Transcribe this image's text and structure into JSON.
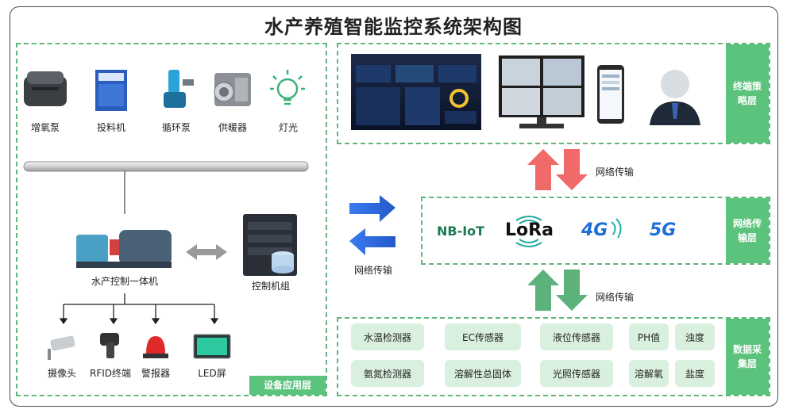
{
  "title": "水产养殖智能监控系统架构图",
  "layers": {
    "terminal": "终端策略层",
    "network": "网络传输层",
    "data": "数据采集层",
    "device": "设备应用层"
  },
  "devices": [
    "增氧泵",
    "投料机",
    "循环泵",
    "供暖器",
    "灯光"
  ],
  "controller": "水产控制一体机",
  "server": "控制机组",
  "outputs": [
    "摄像头",
    "RFID终端",
    "警报器",
    "LED屏"
  ],
  "transfer": {
    "top": "网络传输",
    "left": "网络传输",
    "bottom": "网络传输"
  },
  "network_tech": [
    "NB-IoT",
    "LoRa",
    "4G",
    "5G"
  ],
  "sensors": [
    "水温检测器",
    "EC传感器",
    "液位传感器",
    "PH值",
    "浊度",
    "氨氮检测器",
    "溶解性总固体",
    "光照传感器",
    "溶解氧",
    "盐度"
  ],
  "colors": {
    "green": "#5cc37c",
    "red": "#f06a6a",
    "blue": "#2f6fe6",
    "gray_arrow": "#9a9a9a"
  }
}
